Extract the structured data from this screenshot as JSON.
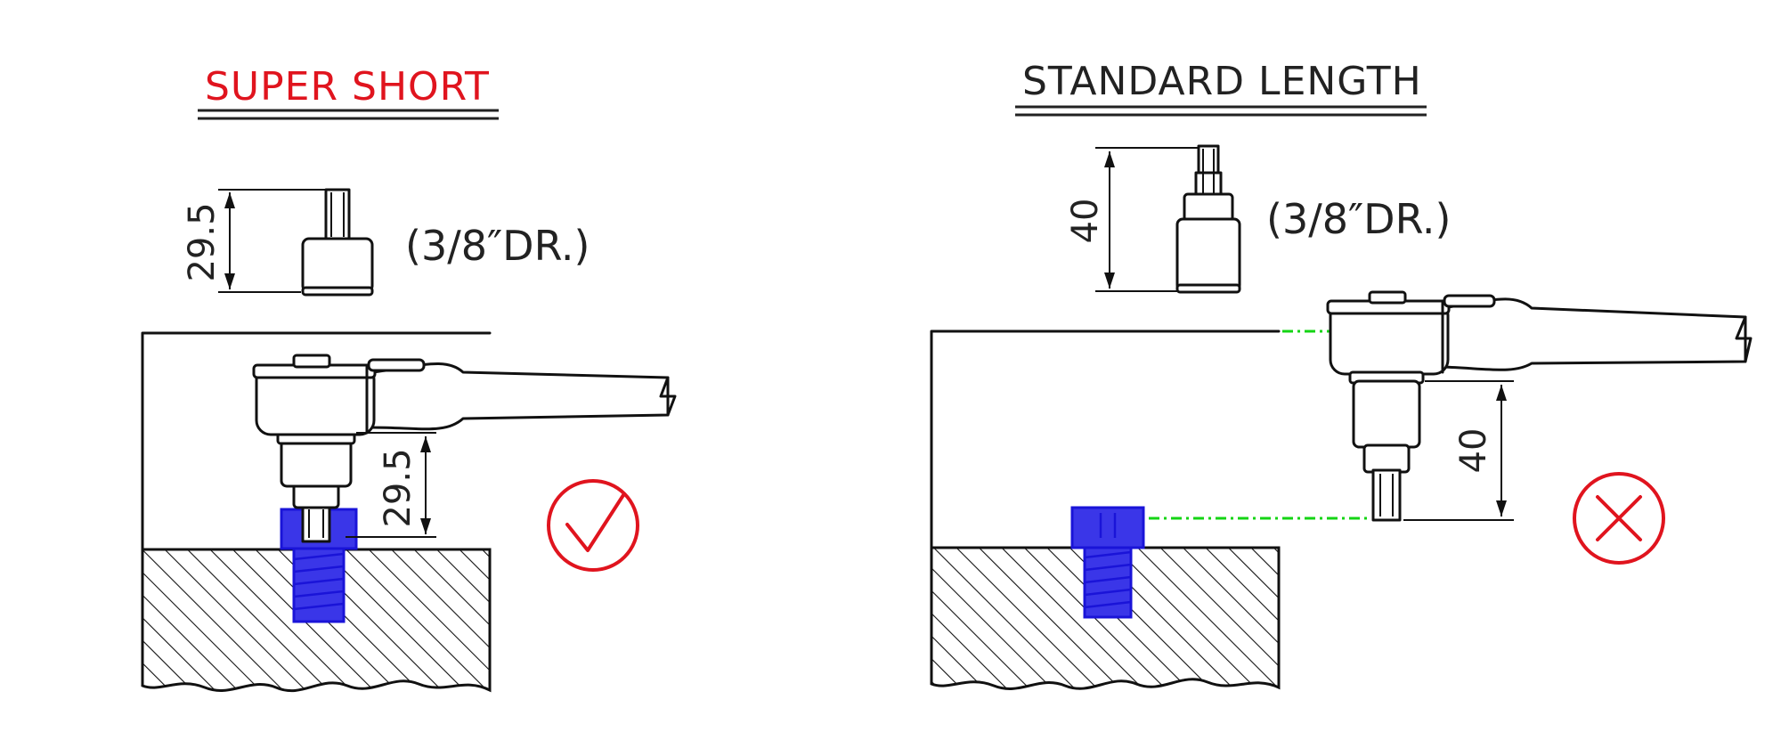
{
  "left_panel": {
    "title": "SUPER SHORT",
    "socket_dimension": "29.5",
    "drive_label": "(3/8″DR.)",
    "clearance_dimension": "29.5",
    "result_icon": "check-circle-icon"
  },
  "right_panel": {
    "title": "STANDARD LENGTH",
    "socket_dimension": "40",
    "drive_label": "(3/8″DR.)",
    "clearance_dimension": "40",
    "result_icon": "x-circle-icon"
  },
  "colors": {
    "left_title": "#e0141e",
    "right_title": "#222222",
    "bolt": "#3a36e8",
    "guide_line": "#14d414",
    "result_mark": "#e0141e"
  }
}
